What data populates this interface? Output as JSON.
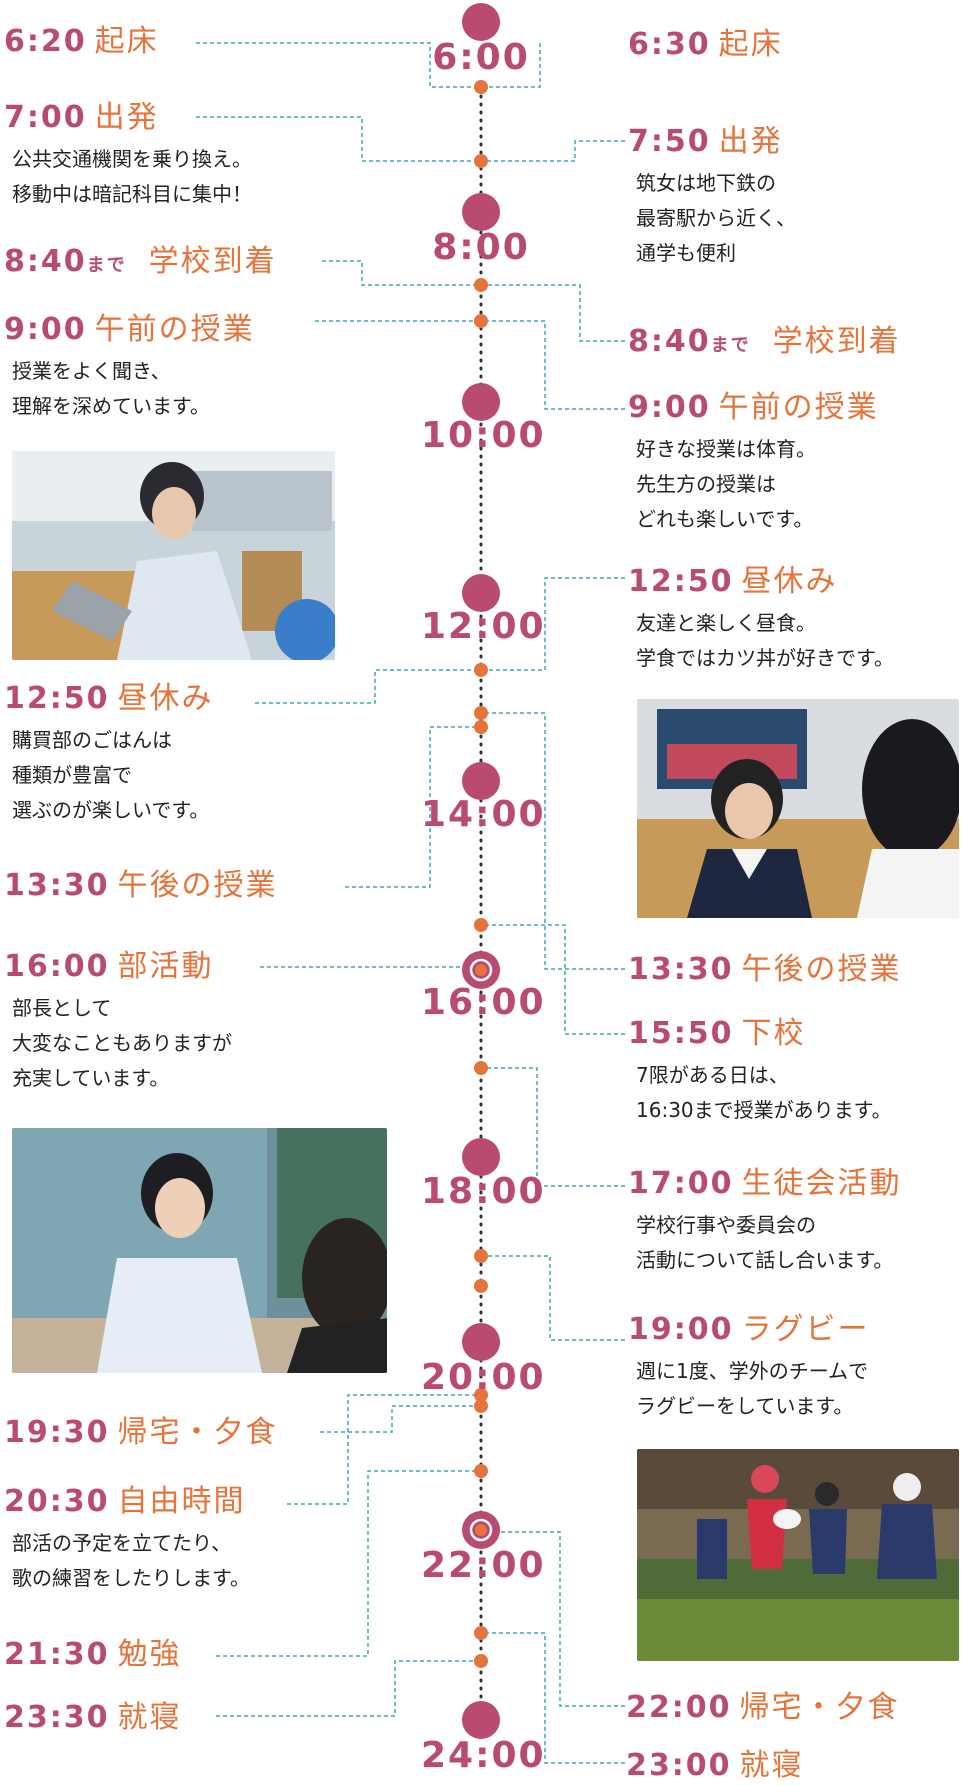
{
  "colors": {
    "time": "#b94a72",
    "title": "#e5733a",
    "node": "#b94a72",
    "dot": "#e5733a",
    "dash": "#3aa8b0"
  },
  "hours": [
    "6:00",
    "8:00",
    "10:00",
    "12:00",
    "14:00",
    "16:00",
    "18:00",
    "20:00",
    "22:00",
    "24:00"
  ],
  "left": [
    {
      "time": "6:20",
      "name": "起床"
    },
    {
      "time": "7:00",
      "name": "出発",
      "desc": "公共交通機関を乗り換え。\n移動中は暗記科目に集中！"
    },
    {
      "time": "8:40",
      "suffix": "まで",
      "name": "学校到着"
    },
    {
      "time": "9:00",
      "name": "午前の授業",
      "desc": "授業をよく聞き、\n理解を深めています。"
    },
    {
      "time": "12:50",
      "name": "昼休み",
      "desc": "購買部のごはんは\n種類が豊富で\n選ぶのが楽しいです。"
    },
    {
      "time": "13:30",
      "name": "午後の授業"
    },
    {
      "time": "16:00",
      "name": "部活動",
      "desc": "部長として\n大変なこともありますが\n充実しています。"
    },
    {
      "time": "19:30",
      "name": "帰宅・夕食"
    },
    {
      "time": "20:30",
      "name": "自由時間",
      "desc": "部活の予定を立てたり、\n歌の練習をしたりします。"
    },
    {
      "time": "21:30",
      "name": "勉強"
    },
    {
      "time": "23:30",
      "name": "就寝"
    }
  ],
  "right": [
    {
      "time": "6:30",
      "name": "起床"
    },
    {
      "time": "7:50",
      "name": "出発",
      "desc": "筑女は地下鉄の\n最寄駅から近く、\n通学も便利"
    },
    {
      "time": "8:40",
      "suffix": "まで",
      "name": "学校到着"
    },
    {
      "time": "9:00",
      "name": "午前の授業",
      "desc": "好きな授業は体育。\n先生方の授業は\nどれも楽しいです。"
    },
    {
      "time": "12:50",
      "name": "昼休み",
      "desc": "友達と楽しく昼食。\n学食ではカツ丼が好きです。"
    },
    {
      "time": "13:30",
      "name": "午後の授業"
    },
    {
      "time": "15:50",
      "name": "下校",
      "desc": "7限がある日は、\n16:30まで授業があります。"
    },
    {
      "time": "17:00",
      "name": "生徒会活動",
      "desc": "学校行事や委員会の\n活動について話し合います。"
    },
    {
      "time": "19:00",
      "name": "ラグビー",
      "desc": "週に1度、学外のチームで\nラグビーをしています。"
    },
    {
      "time": "22:00",
      "name": "帰宅・夕食"
    },
    {
      "time": "23:00",
      "name": "就寝"
    }
  ]
}
